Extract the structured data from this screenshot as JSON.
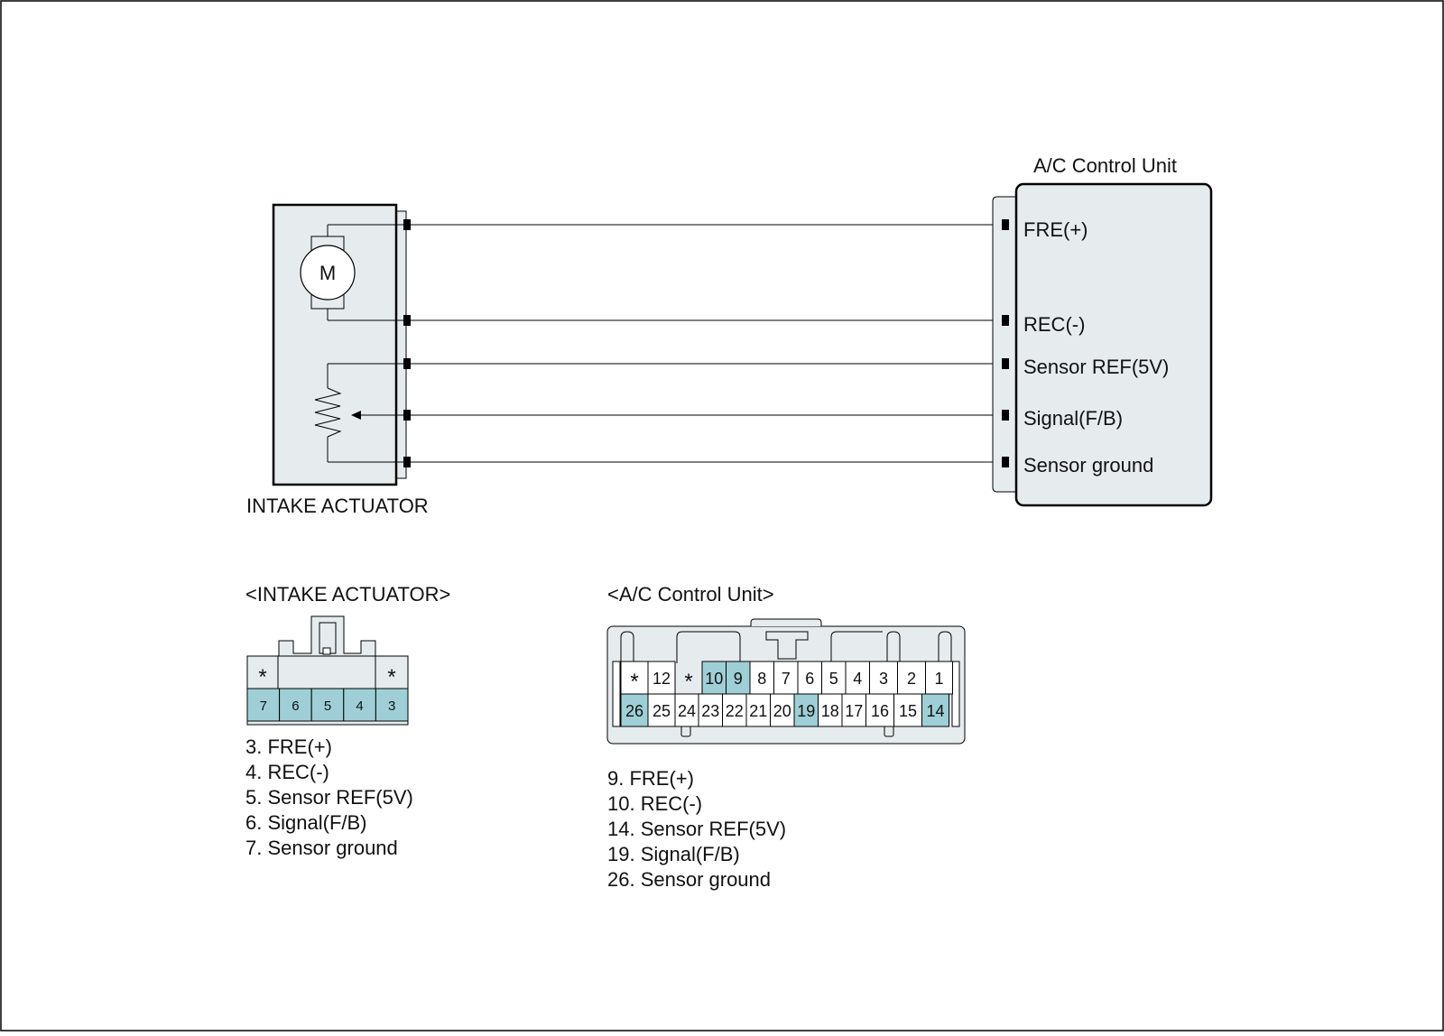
{
  "colors": {
    "box_fill": "#e6ecee",
    "highlight": "#9ecfd6",
    "cell_fill": "#ffffff",
    "line": "#000000"
  },
  "schematic": {
    "actuator_label": "INTAKE ACTUATOR",
    "motor_symbol": "M",
    "control_unit_title": "A/C Control Unit",
    "signals": [
      "FRE(+)",
      "REC(-)",
      "Sensor REF(5V)",
      "Signal(F/B)",
      "Sensor ground"
    ]
  },
  "actuator_connector": {
    "title": "<INTAKE ACTUATOR>",
    "top_marks": [
      "*",
      "*"
    ],
    "pins": [
      "7",
      "6",
      "5",
      "4",
      "3"
    ],
    "legend": [
      "3. FRE(+)",
      "4. REC(-)",
      "5. Sensor REF(5V)",
      "6. Signal(F/B)",
      "7. Sensor ground"
    ]
  },
  "control_connector": {
    "title": "<A/C Control Unit>",
    "top_row": [
      "*",
      "12",
      "*",
      "10",
      "9",
      "8",
      "7",
      "6",
      "5",
      "4",
      "3",
      "2",
      "1"
    ],
    "bottom_row": [
      "26",
      "25",
      "24",
      "23",
      "22",
      "21",
      "20",
      "19",
      "18",
      "17",
      "16",
      "15",
      "14"
    ],
    "highlighted_pins": [
      "10",
      "9",
      "26",
      "19",
      "14"
    ],
    "legend": [
      "9. FRE(+)",
      "10. REC(-)",
      "14. Sensor REF(5V)",
      "19. Signal(F/B)",
      "26. Sensor ground"
    ]
  }
}
